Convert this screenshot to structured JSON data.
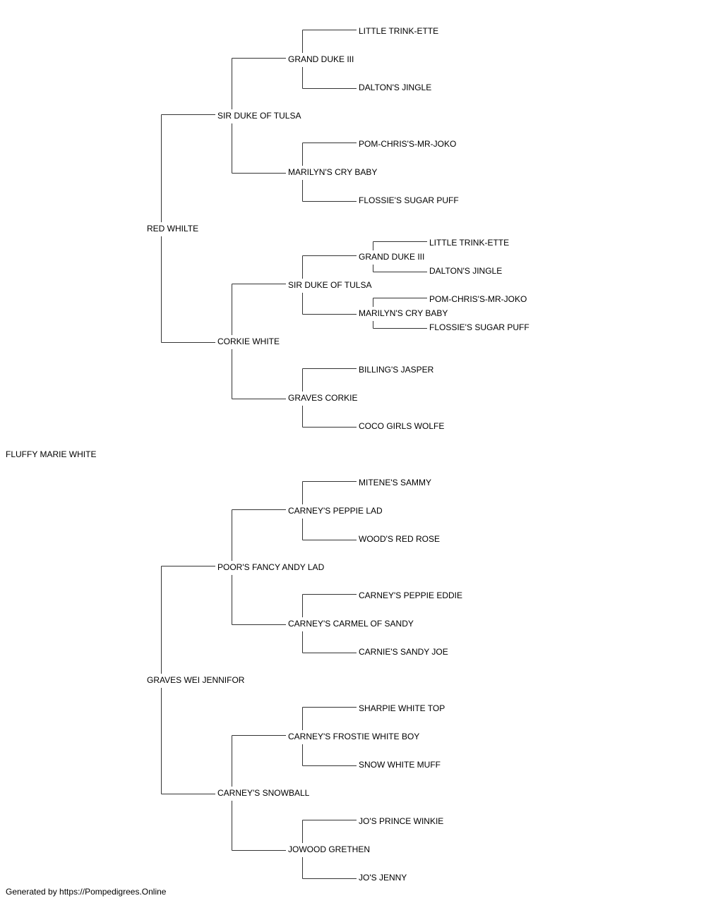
{
  "pedigree": {
    "subject": "FLUFFY MARIE WHITE",
    "sire": {
      "name": "RED WHILTE",
      "sire": {
        "name": "SIR DUKE OF TULSA",
        "sire": {
          "name": "GRAND DUKE III",
          "sire": "LITTLE TRINK-ETTE",
          "dam": "DALTON'S JINGLE"
        },
        "dam": {
          "name": "MARILYN'S CRY BABY",
          "sire": "POM-CHRIS'S-MR-JOKO",
          "dam": "FLOSSIE'S SUGAR PUFF"
        }
      },
      "dam": {
        "name": "CORKIE WHITE",
        "sire": {
          "name": "SIR DUKE OF TULSA",
          "sire_sub": {
            "name": "GRAND DUKE III",
            "sire": "LITTLE TRINK-ETTE",
            "dam": "DALTON'S JINGLE"
          },
          "dam_sub": {
            "name": "MARILYN'S CRY BABY",
            "sire": "POM-CHRIS'S-MR-JOKO",
            "dam": "FLOSSIE'S SUGAR PUFF"
          }
        },
        "dam": {
          "name": "GRAVES CORKIE",
          "sire": "BILLING'S JASPER",
          "dam": "COCO GIRLS WOLFE"
        }
      }
    },
    "dam": {
      "name": "GRAVES WEI JENNIFOR",
      "sire": {
        "name": "POOR'S FANCY ANDY LAD",
        "sire": {
          "name": "CARNEY'S PEPPIE LAD",
          "sire": "MITENE'S SAMMY",
          "dam": "WOOD'S RED ROSE"
        },
        "dam": {
          "name": "CARNEY'S CARMEL OF SANDY",
          "sire": "CARNEY'S PEPPIE EDDIE",
          "dam": "CARNIE'S SANDY JOE"
        }
      },
      "dam": {
        "name": "CARNEY'S SNOWBALL",
        "sire": {
          "name": "CARNEY'S FROSTIE WHITE BOY",
          "sire": "SHARPIE WHITE TOP",
          "dam": "SNOW WHITE MUFF"
        },
        "dam": {
          "name": "JOWOOD GRETHEN",
          "sire": "JO'S PRINCE WINKIE",
          "dam": "JO'S JENNY"
        }
      }
    }
  },
  "footer": "Generated by https://Pompedigrees.Online"
}
